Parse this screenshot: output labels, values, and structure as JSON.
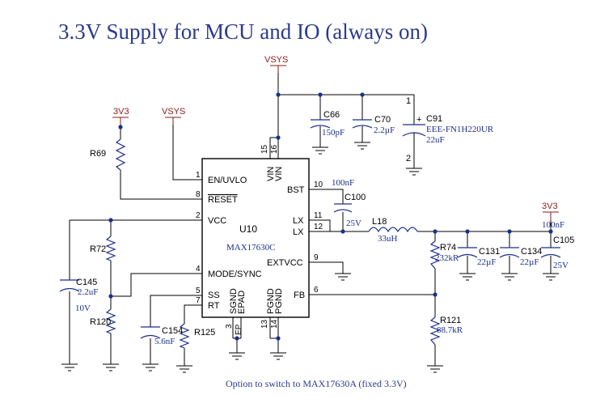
{
  "title": "3.3V Supply for MCU and IO (always on)",
  "note": "Option to switch to MAX17630A (fixed 3.3V)",
  "power": {
    "vsys_top": "VSYS",
    "vsys_left": "VSYS",
    "v33_left": "3V3",
    "v33_right": "3V3"
  },
  "ic": {
    "ref": "U10",
    "part": "MAX17630C",
    "pins": {
      "en": "EN/UVLO",
      "reset": "RESET",
      "vcc": "VCC",
      "mode": "MODE/SYNC",
      "ss": "SS",
      "rt": "RT",
      "vin1": "VIN",
      "vin2": "VIN",
      "bst": "BST",
      "lx1": "LX",
      "lx2": "LX",
      "extvcc": "EXTVCC",
      "fb": "FB",
      "sgnd": "SGND",
      "epad": "EPAD",
      "pgnd1": "PGND",
      "pgnd2": "PGND"
    },
    "pin_numbers": {
      "en": "1",
      "reset": "8",
      "vcc": "2",
      "mode": "4",
      "ss": "5",
      "rt": "7",
      "vin15": "15",
      "vin16": "16",
      "bst": "10",
      "lx11": "11",
      "lx12": "12",
      "extvcc": "9",
      "fb": "6",
      "sgnd": "3",
      "ep": "EP",
      "pgnd13": "13",
      "pgnd14": "14"
    }
  },
  "components": {
    "r69": {
      "ref": "R69"
    },
    "r72": {
      "ref": "R72"
    },
    "r120": {
      "ref": "R120"
    },
    "r125": {
      "ref": "R125"
    },
    "r74": {
      "ref": "R74",
      "value": "232kR"
    },
    "r121": {
      "ref": "R121",
      "value": "88.7kR"
    },
    "c66": {
      "ref": "C66",
      "value": "150pF"
    },
    "c70": {
      "ref": "C70",
      "value": "2.2µF"
    },
    "c91": {
      "ref": "C91",
      "value": "EEE-FN1H220UR",
      "value2": "22uF",
      "pin1": "1",
      "pin2": "2",
      "plus": "+"
    },
    "c100": {
      "ref": "C100",
      "value": "100nF",
      "voltage": "25V"
    },
    "c145": {
      "ref": "C145",
      "value": "2.2uF",
      "voltage": "10V"
    },
    "c154": {
      "ref": "C154",
      "value": "5.6nF"
    },
    "l18": {
      "ref": "L18",
      "value": "33uH"
    },
    "c131": {
      "ref": "C131",
      "value": "22µF"
    },
    "c134": {
      "ref": "C134",
      "value": "22µF"
    },
    "c105": {
      "ref": "C105",
      "value": "100nF",
      "voltage": "25V"
    }
  }
}
